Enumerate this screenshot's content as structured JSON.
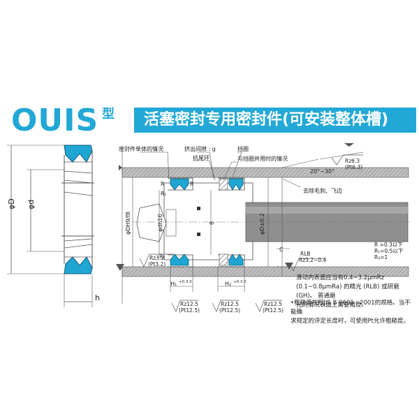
{
  "header": {
    "brand": "OUIS",
    "brand_suffix": "型",
    "title": "活塞密封专用密封件(可安装整体槽)"
  },
  "section_left": {
    "dim_outer_diameter": "φD",
    "dim_inner_diameter": "φd",
    "dim_height": "h"
  },
  "callouts": {
    "seal_alone": "密封件单体的情况",
    "extrusion_gap": "挤出间隙 : g",
    "backup_ring_label": "抗尾环",
    "retaining_ring": "挡圈",
    "with_retaining_ring": "与挡圈并用时的情况"
  },
  "surface_marks": {
    "rz63": "Rz6.3",
    "pt63": "(Pt6.3)",
    "rz32": "Rz3.2",
    "pt32": "(Pt3.2)",
    "rz125": "Rz12.5",
    "pt125": "(Pt12.5)"
  },
  "dimensions": {
    "bore_fit": "φDH9/f8",
    "rod_fit": "φdh10",
    "piston_dia": "φD±0.2",
    "theta": "θ",
    "height_1": "H₁",
    "height_1_tol": "+0.3\n 0",
    "height_2": "H₂",
    "height_2_tol": "+0.3\n 0",
    "chamfer_angle": "20°~30°",
    "chamfer_c": "C",
    "rlb": "RLB",
    "rz32_04": "Rz3.2~0.4"
  },
  "radius_labels": {
    "r": "R",
    "r1": "R₁",
    "r2": "R₂"
  },
  "radius_values": {
    "r_val": "R =0.3以下",
    "r1_val": "R₁=0.5以下",
    "r2_val": "R₂=1"
  },
  "remove_burr": "去除毛刺、飞边",
  "notes": {
    "note1": "滑动内表面应当有0.4~3.2μmRz (0.1~0.8μmRa) 的精光 (RLB) 或研磨 (GH)。 普通磨\n光的情况表面上需要精度。",
    "note2": "•粗糙度按照JIS B 0601 : 2001的规格。当不能确\n求规定的评定长度时，可使用Pt允许粗糙度。"
  },
  "colors": {
    "accent": "#22a8d6",
    "seal": "#1fa6d2",
    "metal_grey": "#b8b8b8",
    "rod_grey": "#8f8f8f"
  }
}
